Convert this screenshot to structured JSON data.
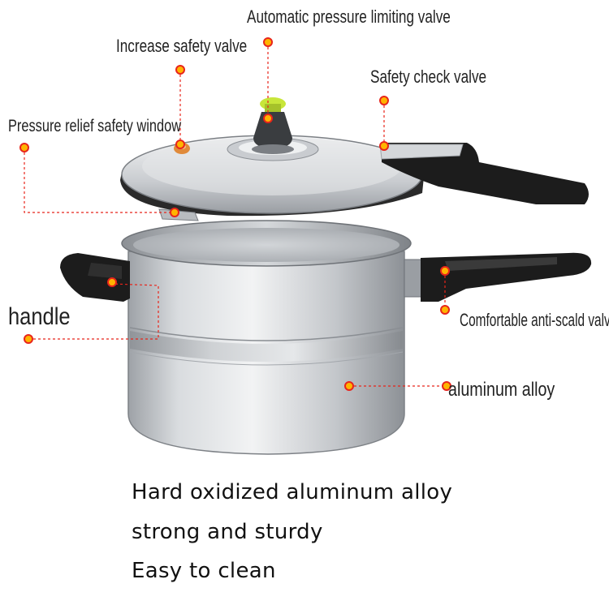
{
  "labels": {
    "auto_valve": "Automatic pressure limiting valve",
    "increase_valve": "Increase safety valve",
    "check_valve": "Safety check valve",
    "relief_window": "Pressure relief safety window",
    "handle": "handle",
    "anti_scald": "Comfortable anti-scald valve",
    "alloy": "aluminum alloy"
  },
  "captions": [
    "Hard oxidized aluminum alloy",
    "strong and sturdy",
    "Easy to clean"
  ],
  "colors": {
    "marker_fill": "#ffb400",
    "marker_ring": "#e8251b",
    "leader_line": "#e8251b",
    "body_metal": "#c9ccd0",
    "handle_black": "#1c1c1c",
    "valve_cap": "#c8e63a"
  }
}
